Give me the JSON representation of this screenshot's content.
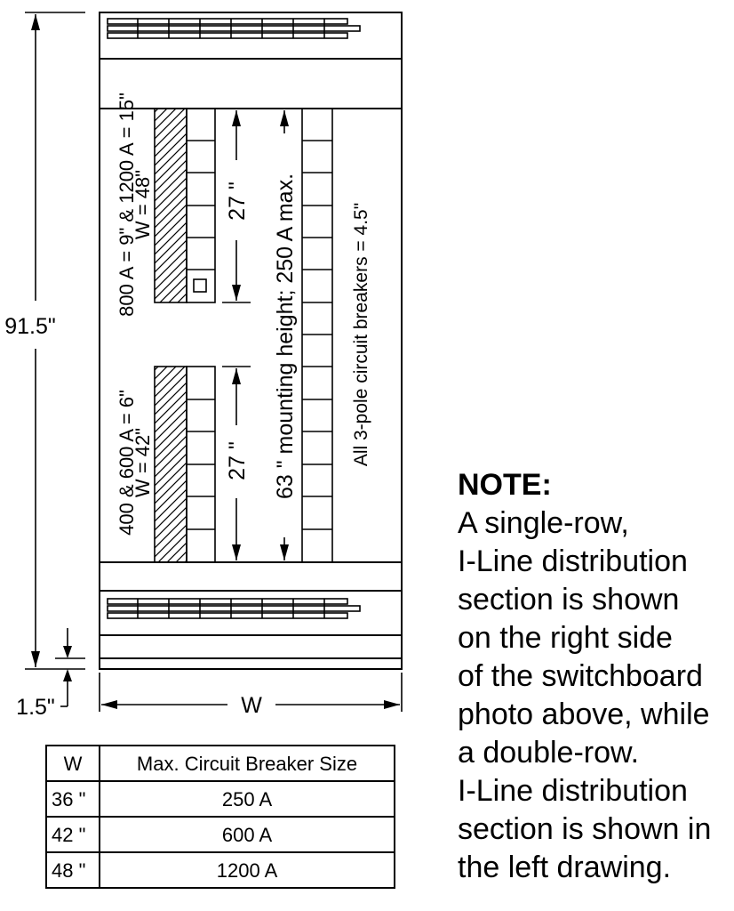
{
  "labels": {
    "total_height": "91.5\"",
    "base_height": "1.5\"",
    "width": "W",
    "dim_27_upper": "27 \"",
    "dim_27_lower": "27 \"",
    "mounting_height": "63 \" mounting height; 250 A max.",
    "three_pole": "All 3-pole circuit breakers = 4.5\"",
    "upper_a": "800 A = 9\" & 1200 A = 15\"",
    "upper_b": "W = 48\"",
    "lower_a": "400 & 600 A = 6\"",
    "lower_b": "W = 42\""
  },
  "table": {
    "headers": [
      "W",
      "Max. Circuit Breaker Size"
    ],
    "rows": [
      [
        "36 \"",
        "250 A"
      ],
      [
        "42 \"",
        "600 A"
      ],
      [
        "48 \"",
        "1200 A"
      ]
    ]
  },
  "note": {
    "title": "NOTE:",
    "lines": [
      " A single-row,",
      "I-Line distribution",
      "section is shown",
      "on the right side",
      "of the switchboard",
      "photo above, while",
      "a double-row.",
      "I-Line distribution",
      "section is shown in",
      "the left drawing."
    ]
  }
}
